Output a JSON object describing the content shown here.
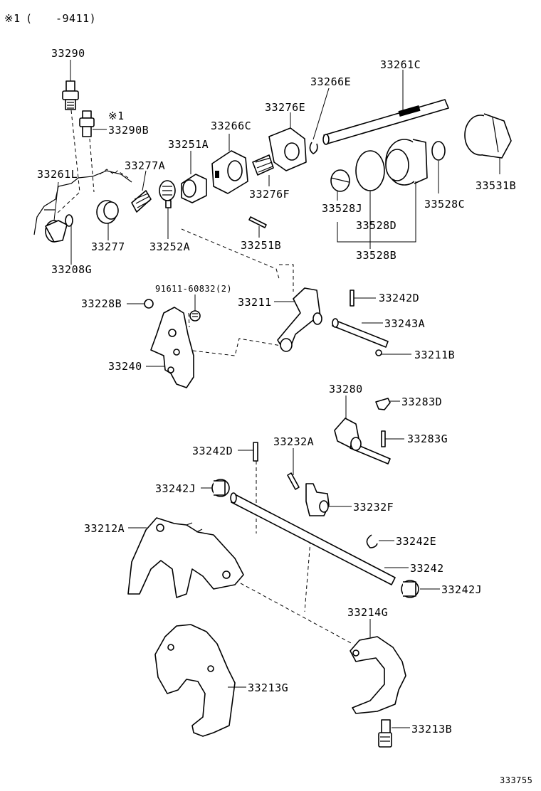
{
  "note": {
    "mark": "※1",
    "open": "(",
    "range": "-9411)"
  },
  "part_labels": [
    {
      "id": "33290",
      "text": "33290"
    },
    {
      "id": "33290B",
      "text": "33290B"
    },
    {
      "id": "33290B-mark",
      "text": "※1"
    },
    {
      "id": "33261L",
      "text": "33261L"
    },
    {
      "id": "33208G",
      "text": "33208G"
    },
    {
      "id": "33277",
      "text": "33277"
    },
    {
      "id": "33277A",
      "text": "33277A"
    },
    {
      "id": "33252A",
      "text": "33252A"
    },
    {
      "id": "33251A",
      "text": "33251A"
    },
    {
      "id": "33266C",
      "text": "33266C"
    },
    {
      "id": "33276E",
      "text": "33276E"
    },
    {
      "id": "33276F",
      "text": "33276F"
    },
    {
      "id": "33251B",
      "text": "33251B"
    },
    {
      "id": "33266E",
      "text": "33266E"
    },
    {
      "id": "33261C",
      "text": "33261C"
    },
    {
      "id": "33528J",
      "text": "33528J"
    },
    {
      "id": "33528D",
      "text": "33528D"
    },
    {
      "id": "33528B",
      "text": "33528B"
    },
    {
      "id": "33528C",
      "text": "33528C"
    },
    {
      "id": "33531B",
      "text": "33531B"
    },
    {
      "id": "91611-60832",
      "text": "91611-60832(2)"
    },
    {
      "id": "33228B",
      "text": "33228B"
    },
    {
      "id": "33211",
      "text": "33211"
    },
    {
      "id": "33242D-top",
      "text": "33242D"
    },
    {
      "id": "33243A",
      "text": "33243A"
    },
    {
      "id": "33211B",
      "text": "33211B"
    },
    {
      "id": "33240",
      "text": "33240"
    },
    {
      "id": "33280",
      "text": "33280"
    },
    {
      "id": "33283D",
      "text": "33283D"
    },
    {
      "id": "33283G",
      "text": "33283G"
    },
    {
      "id": "33242D-mid",
      "text": "33242D"
    },
    {
      "id": "33232A",
      "text": "33232A"
    },
    {
      "id": "33242J-left",
      "text": "33242J"
    },
    {
      "id": "33232F",
      "text": "33232F"
    },
    {
      "id": "33212A",
      "text": "33212A"
    },
    {
      "id": "33242E",
      "text": "33242E"
    },
    {
      "id": "33242",
      "text": "33242"
    },
    {
      "id": "33242J-right",
      "text": "33242J"
    },
    {
      "id": "33214G",
      "text": "33214G"
    },
    {
      "id": "33213G",
      "text": "33213G"
    },
    {
      "id": "33213B",
      "text": "33213B"
    }
  ],
  "diagram_number": "333755"
}
